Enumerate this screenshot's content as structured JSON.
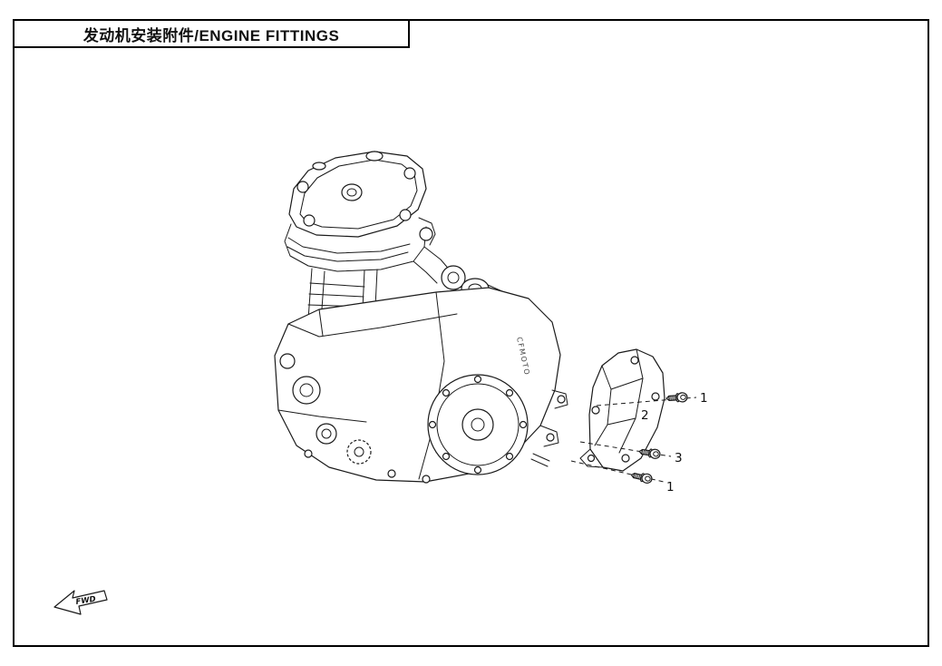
{
  "page": {
    "title": "发动机安装附件/ENGINE FITTINGS"
  },
  "diagram": {
    "engine_marking": "CFMOTO",
    "fwd_label": "FWD",
    "callouts": [
      {
        "id": "bolt-top",
        "label": "1"
      },
      {
        "id": "bracket-cover",
        "label": "2"
      },
      {
        "id": "bolt-middle",
        "label": "3"
      },
      {
        "id": "bolt-bottom",
        "label": "1"
      }
    ]
  }
}
